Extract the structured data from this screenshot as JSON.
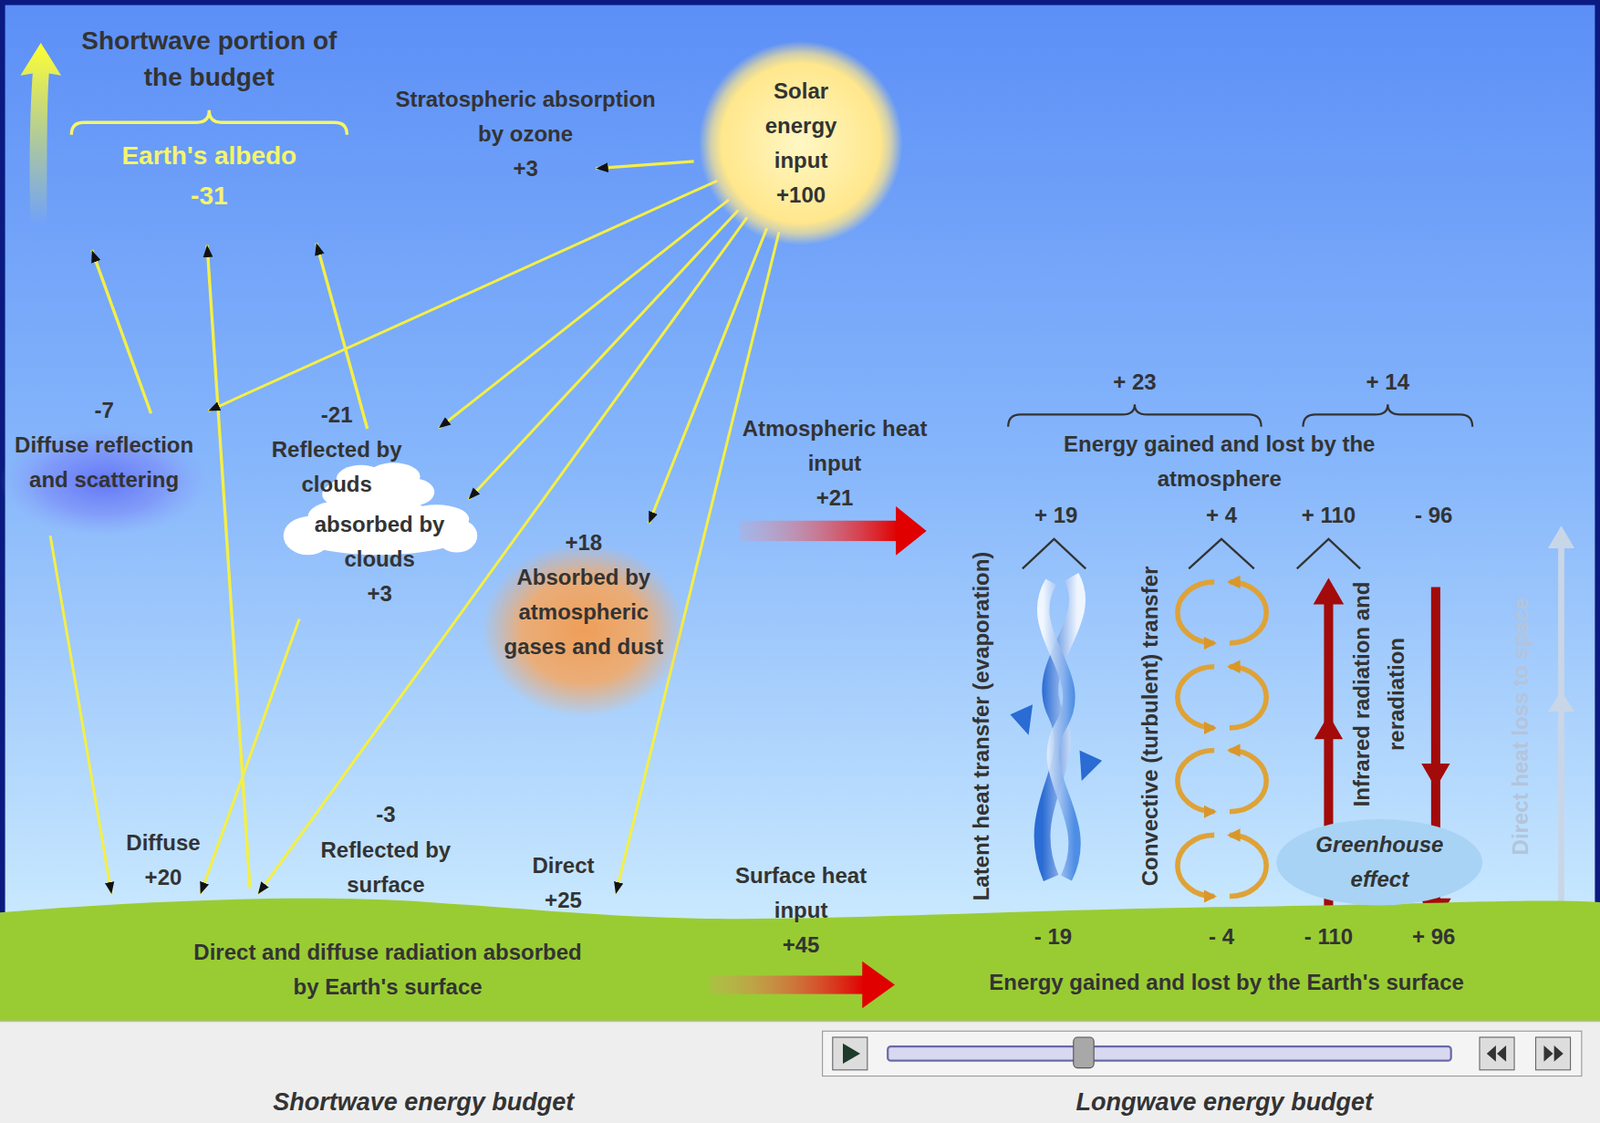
{
  "diagram": {
    "nodes": [
      {
        "text": [
          "Solar energy input",
          "+100"
        ]
      },
      {
        "text": [
          "-7",
          "Diffuse reflection and scattering"
        ]
      },
      {
        "text": [
          "-21",
          "Reflected by clouds"
        ]
      },
      {
        "text": [
          "absorbed by clouds",
          "+3"
        ]
      },
      {
        "text": [
          "+18",
          "Absorbed by atmospheric gases and dust"
        ]
      },
      {
        "text": [
          "Direct and diffuse radiation absorbed by Earth's surface",
          "Energy gained and lost by the Earth's surface"
        ]
      },
      {
        "text": [
          "Greenhouse effect"
        ]
      }
    ],
    "edges": [
      {
        "from": 0,
        "to": 1,
        "arrow": "to"
      },
      {
        "from": 0,
        "to": 2,
        "arrow": "to"
      },
      {
        "from": 0,
        "to": 3,
        "arrow": "to"
      },
      {
        "from": 0,
        "to": 4,
        "arrow": "to"
      },
      {
        "from": 0,
        "to": 5,
        "arrow": "to"
      },
      {
        "from": 0,
        "to": 5,
        "arrow": "to"
      },
      {
        "from": 1,
        "to": 5,
        "arrow": "to"
      },
      {
        "from": 3,
        "to": 5,
        "arrow": "to"
      }
    ],
    "labels": [
      "Shortwave portion of the budget",
      "Earth's albedo",
      "-31",
      "Stratospheric absorption by ozone",
      "+3",
      "Atmospheric heat input",
      "+21",
      "+ 23",
      "+ 14",
      "Energy gained and lost by the atmosphere",
      "+ 19",
      "+ 4",
      "+ 110",
      "- 96",
      "Latent heat transfer (evaporation)",
      "Convective (turbulent) transfer",
      "Infrared radiation and reradiation",
      "Direct heat loss to space",
      "Diffuse",
      "+20",
      "-3",
      "Reflected by surface",
      "Direct",
      "+25",
      "Surface heat input",
      "+45",
      "- 19",
      "- 4",
      "- 110",
      "+ 96",
      "Shortwave energy budget",
      "Longwave energy budget"
    ]
  }
}
